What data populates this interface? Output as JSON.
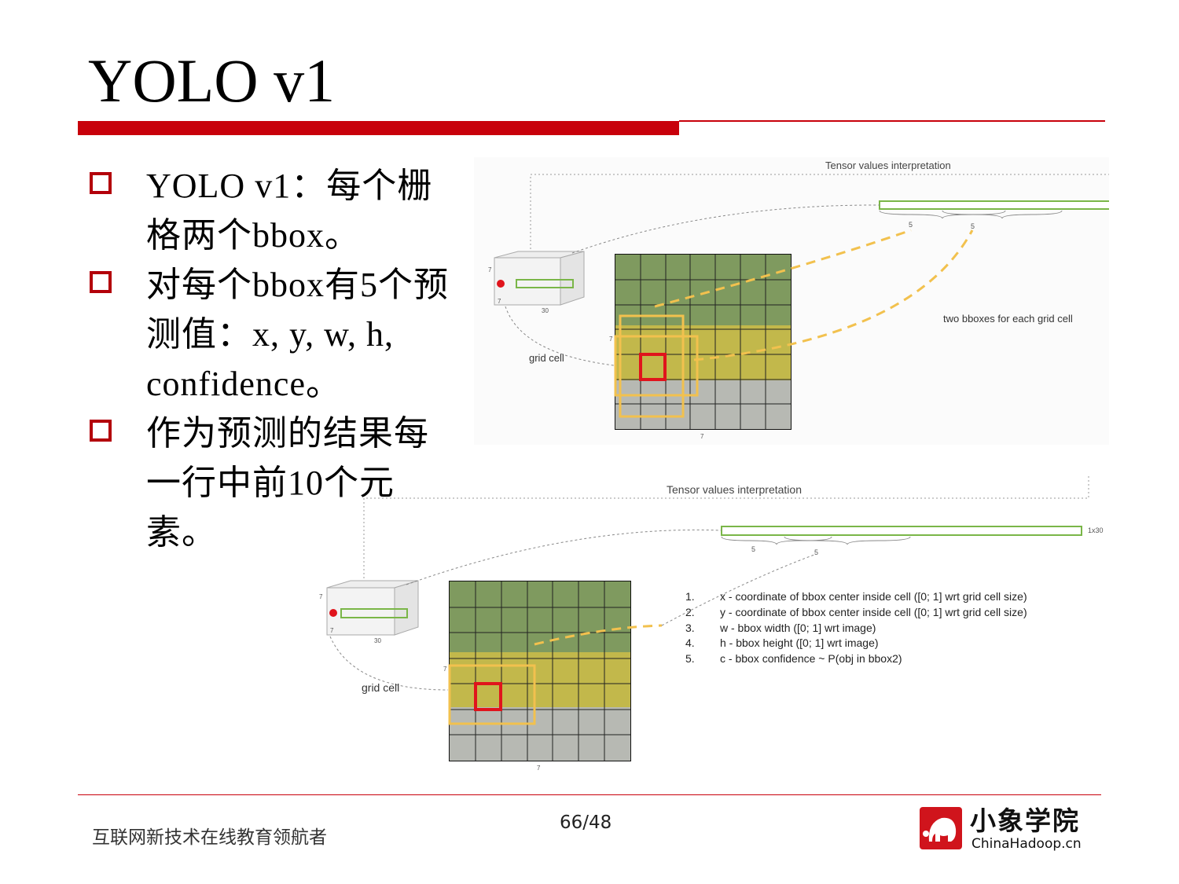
{
  "slide": {
    "title": "YOLO v1",
    "bullets": [
      "YOLO v1：每个栅格两个bbox。",
      "对每个bbox有5个预测值：x, y, w, h, confidence。",
      "作为预测的结果每一行中前10个元素。"
    ]
  },
  "figure_top": {
    "heading": "Tensor values interpretation",
    "grid_size": "7",
    "depth": "30",
    "brace_labels": [
      "5",
      "5"
    ],
    "cell_label": "grid cell",
    "annotation": "two bboxes for each grid cell"
  },
  "figure_bottom": {
    "heading": "Tensor values interpretation",
    "grid_size": "7",
    "depth": "30",
    "vector_label": "1x30",
    "brace_labels": [
      "5",
      "5"
    ],
    "cell_label": "grid cell",
    "list": [
      {
        "num": "1.",
        "text": "x - coordinate of bbox center inside cell ([0; 1] wrt grid cell size)"
      },
      {
        "num": "2.",
        "text": "y - coordinate of bbox center inside cell ([0; 1] wrt grid cell size)"
      },
      {
        "num": "3.",
        "text": "w - bbox width ([0; 1] wrt image)"
      },
      {
        "num": "4.",
        "text": "h - bbox height ([0; 1] wrt image)"
      },
      {
        "num": "5.",
        "text": "c - bbox confidence ~ P(obj in bbox2)"
      }
    ]
  },
  "footer": {
    "slogan": "互联网新技术在线教育领航者",
    "page": "66/48",
    "logo_name": "小象学院",
    "logo_site": "ChinaHadoop.cn"
  },
  "colors": {
    "accent": "#c8000b",
    "bbox_yellow": "#f2c14e",
    "cell_red": "#e0141c",
    "vector_green": "#7ab648"
  }
}
